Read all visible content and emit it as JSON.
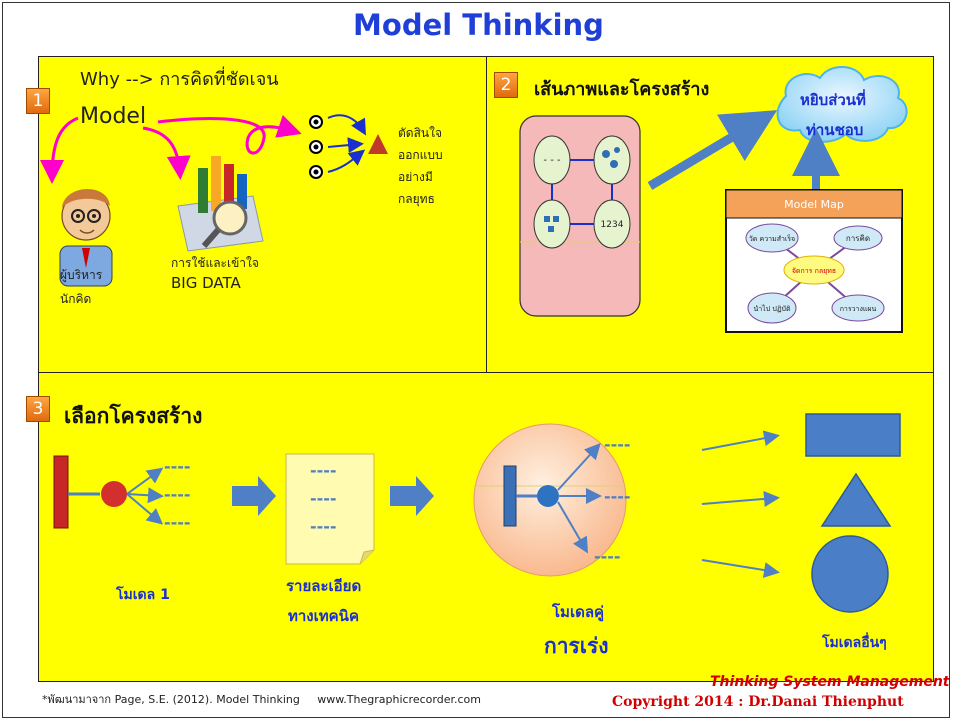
{
  "title": "Model Thinking",
  "colors": {
    "panel": "#ffff00",
    "title": "#1f3fd8",
    "accent_red": "#d10000",
    "arrow_blue": "#4f7fc4"
  },
  "panel1": {
    "number": "1",
    "why_label": "Why --> การคิดที่ชัดเจน",
    "model_label": "Model",
    "decision_lines": [
      "ตัดสินใจ",
      "ออกแบบ",
      "อย่างมี",
      "กลยุทธ"
    ],
    "manager_lines": [
      "ผู้บริหาร",
      "นักคิด"
    ],
    "bigdata_line1": "การใช้และเข้าใจ",
    "bigdata_line2": "BIG DATA"
  },
  "panel2": {
    "number": "2",
    "heading": "เส้นภาพและโครงสร้าง",
    "node_dashes": "- - -",
    "node_number": "1234",
    "cloud_line1": "หยิบส่วนที่",
    "cloud_line2": "ท่านชอบ",
    "map": {
      "header": "Model Map",
      "center": "จัดการ กลยุทธ",
      "node_tl": "วัด ความสำเร็จ",
      "node_tr": "การคิด",
      "node_bl": "นำไป ปฏิบัติ",
      "node_br": "การวางแผน"
    }
  },
  "panel3": {
    "number": "3",
    "heading": "เลือกโครงสร้าง",
    "dash": "----",
    "model1_label": "โมเดล 1",
    "tech_line1": "รายละเอียด",
    "tech_line2": "ทางเทคนิค",
    "pair_line1": "โมเดลคู่",
    "pair_line2": "การเร่ง",
    "others_label": "โมเดลอื่นๆ"
  },
  "footer": {
    "credit": "*พัฒนามาจาก Page, S.E. (2012). Model Thinking     www.Thegraphicrecorder.com",
    "brand": "Thinking System Management",
    "copyright": "Copyright 2014 : Dr.Danai Thienphut"
  }
}
